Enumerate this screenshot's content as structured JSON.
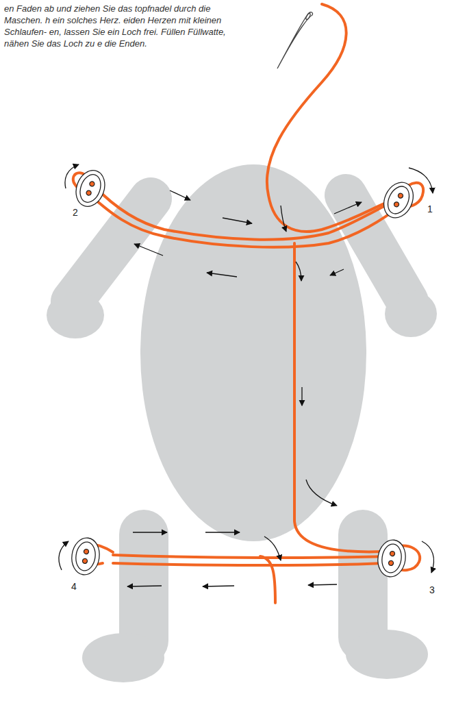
{
  "diagram": {
    "labels": [
      "en Faden ab und ziehen Sie das topfnadel durch die Maschen. h ein solches Herz. eiden Herzen mit kleinen Schlaufen- en, lassen Sie ein Loch frei. Füllen Füllwatte, nähen Sie das Loch zu e die Enden.",
      "2",
      "1",
      "4",
      "3"
    ]
  }
}
